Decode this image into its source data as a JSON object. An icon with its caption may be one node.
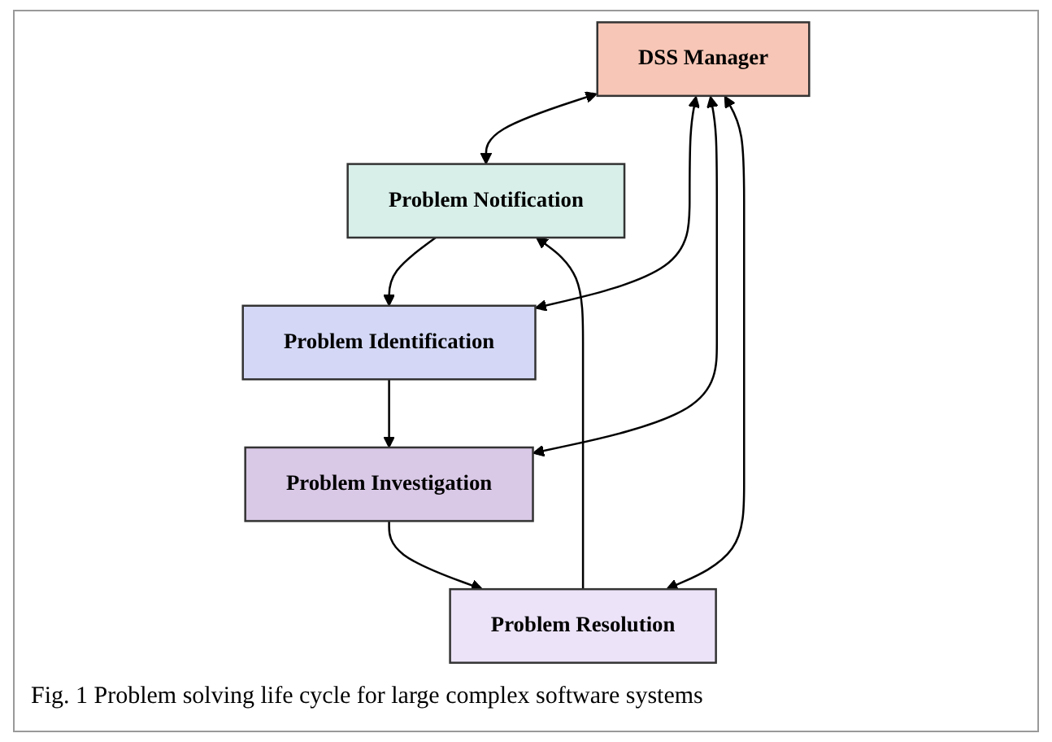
{
  "diagram": {
    "caption": "Fig. 1 Problem solving life cycle for large complex software systems",
    "nodes": [
      {
        "text": [
          "Problem Notification"
        ]
      },
      {
        "text": [
          "DSS Manager"
        ]
      },
      {
        "text": [
          "Problem Identification"
        ]
      },
      {
        "text": [
          "Problem Investigation"
        ]
      },
      {
        "text": [
          "Problem Resolution"
        ]
      }
    ],
    "edges": [
      {
        "from": 0,
        "to": 2,
        "arrow": "to"
      },
      {
        "from": 2,
        "to": 3,
        "arrow": "to"
      },
      {
        "from": 3,
        "to": 4,
        "arrow": "to"
      },
      {
        "from": 4,
        "to": 0,
        "arrow": "to"
      },
      {
        "from": 1,
        "to": 0,
        "arrow": "both"
      },
      {
        "from": 1,
        "to": 2,
        "arrow": "both"
      },
      {
        "from": 1,
        "to": 3,
        "arrow": "both"
      },
      {
        "from": 1,
        "to": 4,
        "arrow": "both"
      }
    ]
  }
}
